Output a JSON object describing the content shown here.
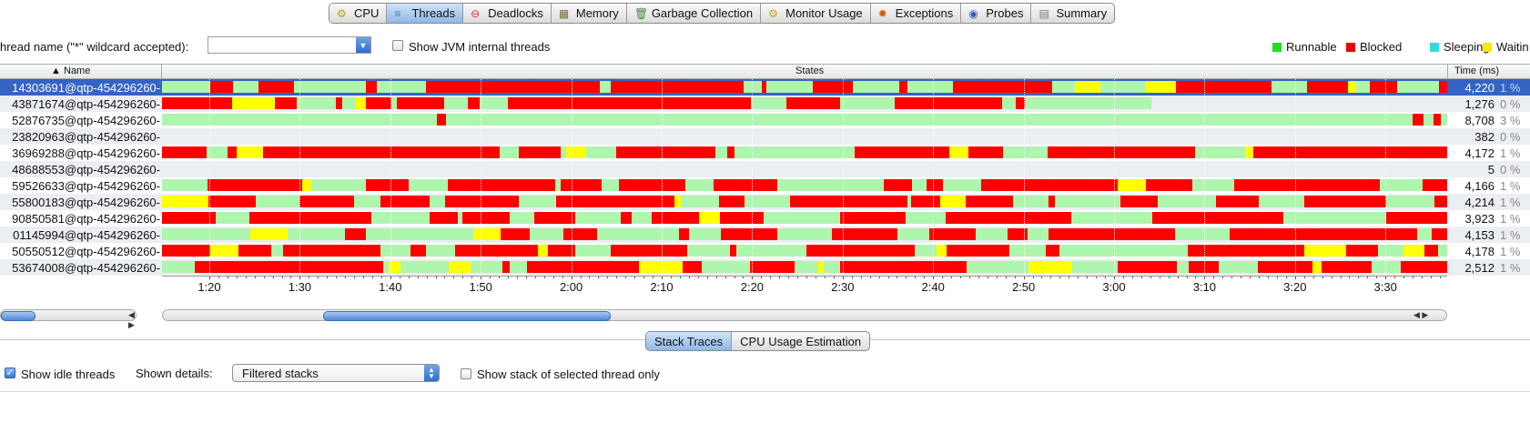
{
  "tabs": [
    {
      "label": "CPU",
      "icon": "cpu-icon",
      "active": false
    },
    {
      "label": "Threads",
      "icon": "threads-icon",
      "active": true
    },
    {
      "label": "Deadlocks",
      "icon": "deadlock-icon",
      "active": false
    },
    {
      "label": "Memory",
      "icon": "memory-icon",
      "active": false
    },
    {
      "label": "Garbage Collection",
      "icon": "trash-icon",
      "active": false
    },
    {
      "label": "Monitor Usage",
      "icon": "monitor-icon",
      "active": false
    },
    {
      "label": "Exceptions",
      "icon": "exceptions-icon",
      "active": false
    },
    {
      "label": "Probes",
      "icon": "probes-icon",
      "active": false
    },
    {
      "label": "Summary",
      "icon": "summary-icon",
      "active": false
    }
  ],
  "filter": {
    "label": "hread name (\"*\" wildcard accepted):",
    "value": "",
    "show_jvm_label": "Show JVM internal threads",
    "show_jvm_checked": false
  },
  "legend": [
    {
      "label": "Runnable",
      "color": "#22dd22"
    },
    {
      "label": "Blocked",
      "color": "#ee0000"
    },
    {
      "label": "Sleeping",
      "color": "#22e0e0"
    },
    {
      "label": "Waitin",
      "color": "#f5ea00"
    }
  ],
  "table": {
    "col_name": "Name",
    "col_states": "States",
    "col_time": "Time (ms)",
    "colors": {
      "runnable": "#aef5ae",
      "blocked": "#ff0000",
      "waiting": "#ffff00"
    },
    "rows": [
      {
        "name": "14303691@qtp-454296260-",
        "time": "4,220",
        "pct": "1 %",
        "seed": 3,
        "density": 0.6
      },
      {
        "name": "43871674@qtp-454296260-",
        "time": "1,276",
        "pct": "0 %",
        "seed": 7,
        "density": 0.55,
        "end": 0.77
      },
      {
        "name": "52876735@qtp-454296260-",
        "time": "8,708",
        "pct": "3 %",
        "seed": 11,
        "density": 0.02
      },
      {
        "name": "23820963@qtp-454296260-",
        "time": "382",
        "pct": "0 %",
        "seed": 13,
        "density": 0.0
      },
      {
        "name": "36969288@qtp-454296260-",
        "time": "4,172",
        "pct": "1 %",
        "seed": 17,
        "density": 0.62
      },
      {
        "name": "48688553@qtp-454296260-",
        "time": "5",
        "pct": "0 %",
        "seed": 19,
        "density": 0.0
      },
      {
        "name": "59526633@qtp-454296260-",
        "time": "4,166",
        "pct": "1 %",
        "seed": 23,
        "density": 0.6
      },
      {
        "name": "55800183@qtp-454296260-",
        "time": "4,214",
        "pct": "1 %",
        "seed": 29,
        "density": 0.6
      },
      {
        "name": "90850581@qtp-454296260-",
        "time": "3,923",
        "pct": "1 %",
        "seed": 31,
        "density": 0.58
      },
      {
        "name": "01145994@qtp-454296260-",
        "time": "4,153",
        "pct": "1 %",
        "seed": 37,
        "density": 0.65
      },
      {
        "name": "50550512@qtp-454296260-",
        "time": "4,178",
        "pct": "1 %",
        "seed": 41,
        "density": 0.6
      },
      {
        "name": "53674008@qtp-454296260-",
        "time": "2,512",
        "pct": "1 %",
        "seed": 43,
        "density": 0.6
      }
    ]
  },
  "axis_ticks": [
    "1:20",
    "1:30",
    "1:40",
    "1:50",
    "2:00",
    "2:10",
    "2:20",
    "2:30",
    "2:40",
    "2:50",
    "3:00",
    "3:10",
    "3:20",
    "3:30"
  ],
  "bottom_tabs": [
    {
      "label": "Stack Traces",
      "active": true
    },
    {
      "label": "CPU Usage Estimation",
      "active": false
    }
  ],
  "details": {
    "show_idle_label": "Show idle threads",
    "show_idle_checked": true,
    "shown_details_label": "Shown details:",
    "shown_details_value": "Filtered stacks",
    "selected_only_label": "Show stack of selected thread only",
    "selected_only_checked": false
  }
}
